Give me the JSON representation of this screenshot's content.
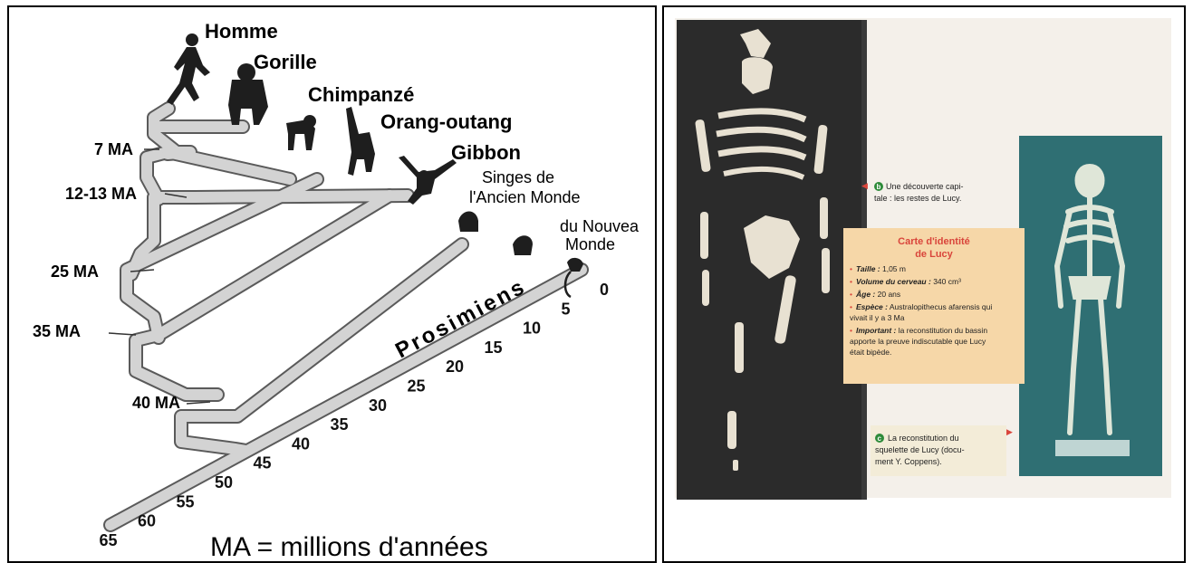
{
  "phylogeny": {
    "species": [
      "Homme",
      "Gorille",
      "Chimpanzé",
      "Orang-outang",
      "Gibbon"
    ],
    "old_world": [
      "Singes de",
      "l'Ancien Monde"
    ],
    "new_world": [
      "du Nouvea",
      "Monde"
    ],
    "prosimians": "Prosimiens",
    "divergences": [
      "7 MA",
      "12-13 MA",
      "25 MA",
      "35 MA",
      "40 MA"
    ],
    "scale_ticks": [
      "0",
      "5",
      "10",
      "15",
      "20",
      "25",
      "30",
      "35",
      "40",
      "45",
      "50",
      "55",
      "60",
      "65"
    ],
    "legend": "MA = millions d'années"
  },
  "lucy": {
    "caption_b_letter": "b",
    "caption_b": [
      "Une découverte capi-",
      "tale : les restes de Lucy."
    ],
    "card_title": [
      "Carte d'identité",
      "de Lucy"
    ],
    "card_items": [
      {
        "label": "Taille :",
        "value": "1,05 m"
      },
      {
        "label": "Volume du cerveau :",
        "value": "340 cm³"
      },
      {
        "label": "Âge :",
        "value": "20 ans"
      },
      {
        "label": "Espèce :",
        "value": "Australopithecus afarensis qui",
        "cont": "vivait il y a 3 Ma"
      },
      {
        "label": "Important :",
        "value": "la reconstitution du bassin",
        "cont": "apporte la preuve indiscutable que Lucy",
        "cont2": "était bipède."
      }
    ],
    "caption_c_letter": "c",
    "caption_c": [
      "La reconstitution du",
      "squelette de Lucy (docu-",
      "ment Y. Coppens)."
    ]
  },
  "colors": {
    "tube": "#cfcfcf",
    "dark_photo": "#2a2a2a",
    "teal_photo": "#2f6f73",
    "card": "#f6d7a8",
    "card_title": "#d9453b",
    "caption_green": "#2e8b3a"
  }
}
